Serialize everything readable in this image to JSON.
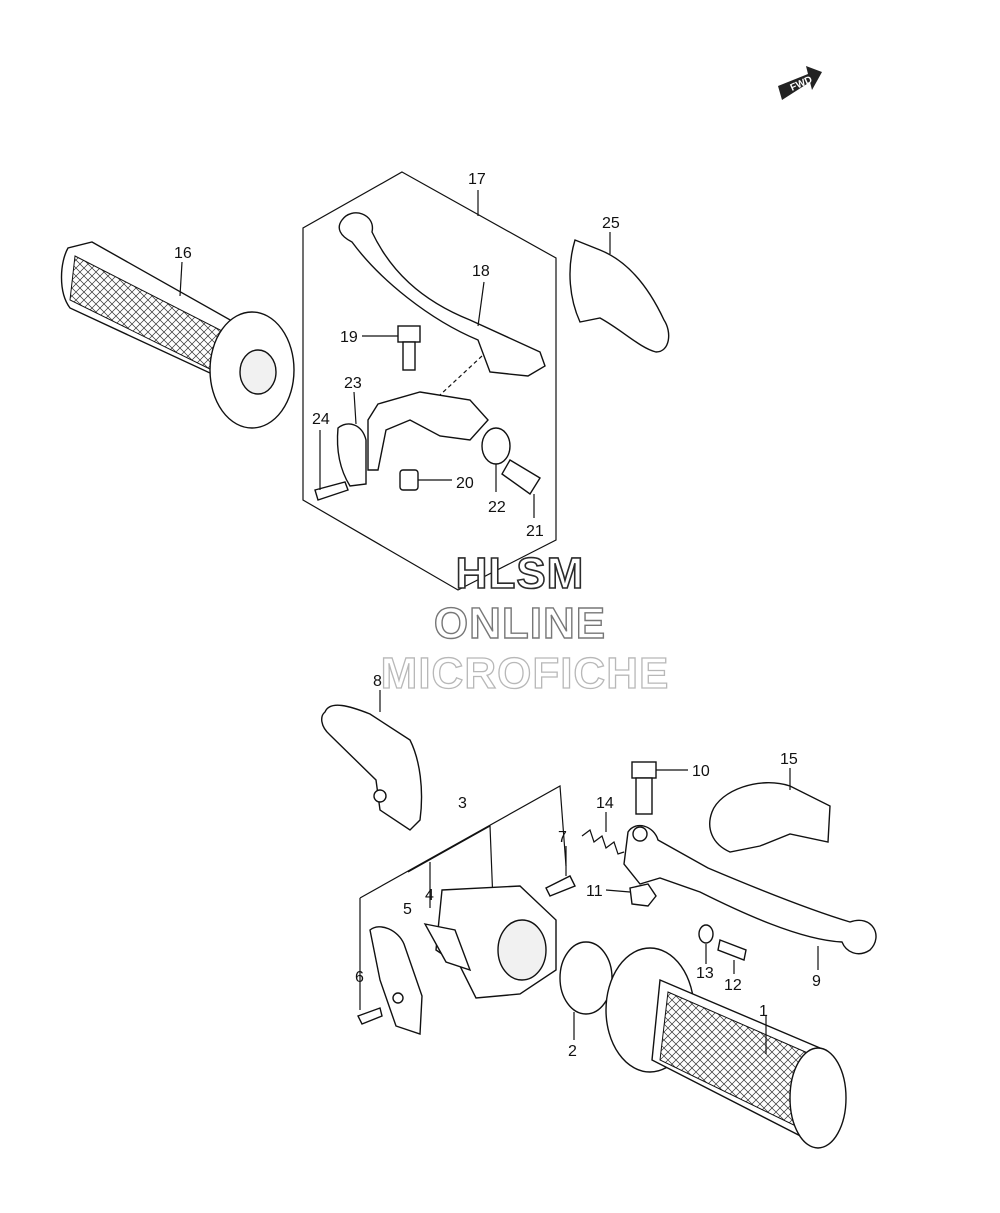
{
  "fwd_label": "FWD",
  "watermark": [
    "HLSM",
    "ONLINE",
    "MICROFICHE"
  ],
  "callouts": [
    "1",
    "2",
    "3",
    "4",
    "5",
    "6",
    "7",
    "8",
    "9",
    "10",
    "11",
    "12",
    "13",
    "14",
    "15",
    "16",
    "17",
    "18",
    "19",
    "20",
    "21",
    "22",
    "23",
    "24",
    "25"
  ]
}
